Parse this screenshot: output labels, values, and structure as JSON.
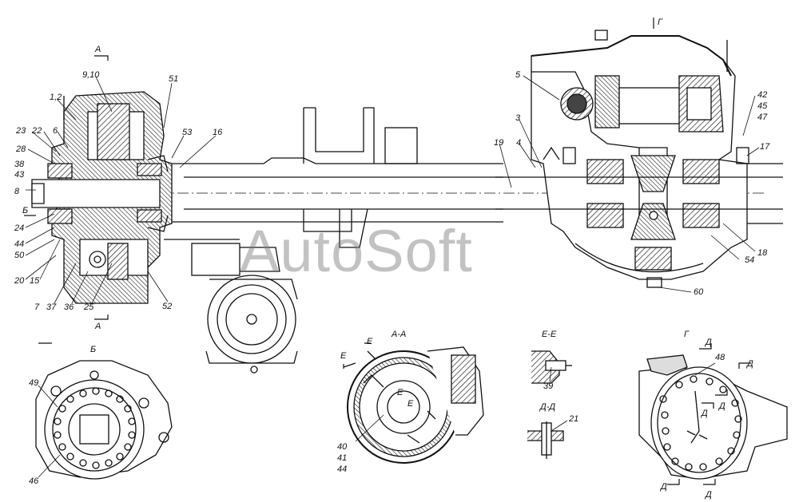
{
  "watermark": "AutoSoft",
  "section_titles": {
    "b": "Б",
    "aa": "А-А",
    "ee": "Е-Е",
    "dd": "Д-Д",
    "g": "Г"
  },
  "cut_marks": {
    "a_top": "А",
    "a_bottom": "А",
    "b": "Б",
    "g": "Г",
    "e1": "Е",
    "e2": "Е",
    "e3": "Е",
    "e4": "Е",
    "d1": "Д",
    "d2": "Д",
    "d3": "Д",
    "d4": "Д",
    "d5": "Д",
    "d6": "Д"
  },
  "callouts": {
    "c9_10": "9,10",
    "c1_2": "1,2",
    "c51": "51",
    "c53": "53",
    "c16": "16",
    "c23": "23",
    "c22": "22",
    "c6": "6",
    "c28": "28",
    "c38": "38",
    "c43": "43",
    "c8": "8",
    "c24": "24",
    "c44": "44",
    "c50": "50",
    "c20": "20",
    "c15": "15",
    "c7": "7",
    "c37": "37",
    "c36": "36",
    "c25": "25",
    "c52": "52",
    "c5": "5",
    "c3": "3",
    "c19": "19",
    "c4": "4",
    "c42": "42",
    "c45": "45",
    "c47": "47",
    "c17": "17",
    "c18": "18",
    "c54": "54",
    "c60": "60",
    "c49": "49",
    "c46": "46",
    "c40": "40",
    "c41": "41",
    "c44b": "44",
    "c39": "39",
    "c21": "21",
    "c48": "48"
  }
}
